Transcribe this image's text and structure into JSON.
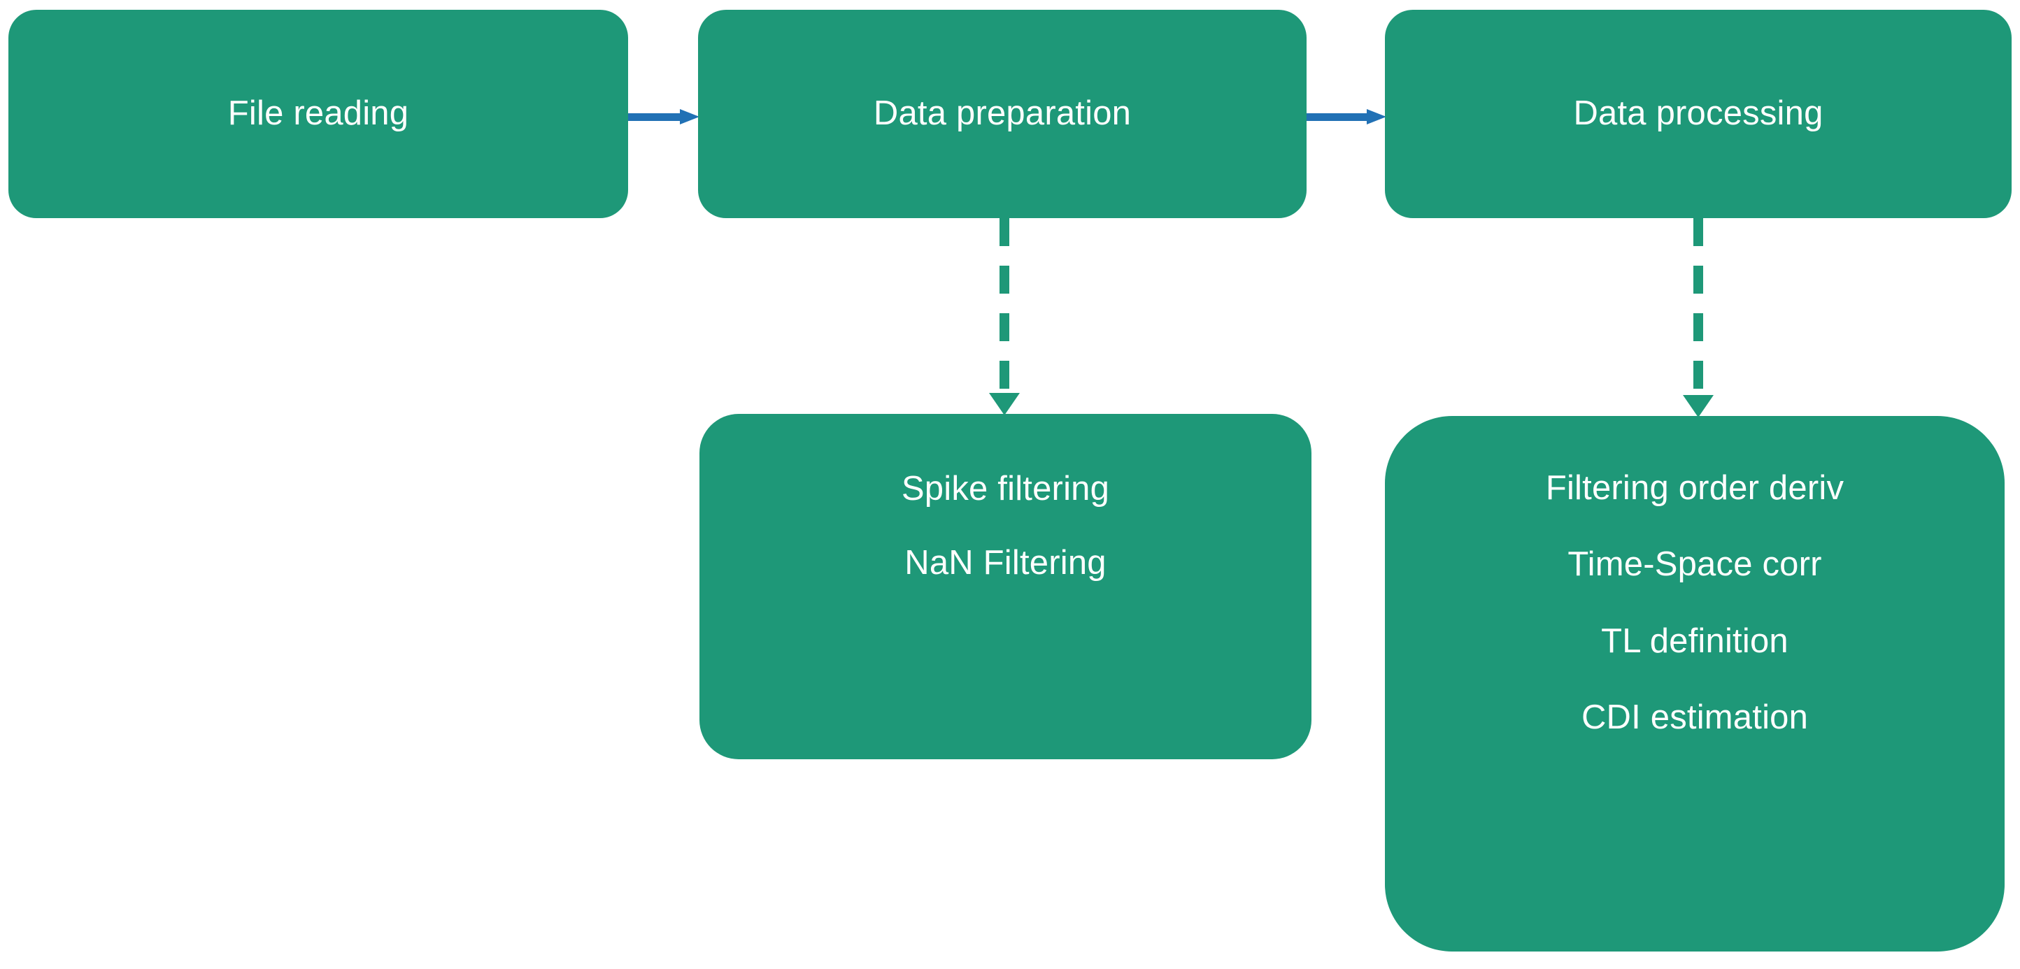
{
  "diagram": {
    "title": "Data processing pipeline flowchart",
    "colors": {
      "node_fill": "#1E9878",
      "node_text": "#FFFFFF",
      "solid_arrow": "#2171B5",
      "dashed_arrow": "#1E9878",
      "background": "#FFFFFF"
    },
    "nodes": [
      {
        "id": "file-reading",
        "labels": [
          "File reading"
        ],
        "row": "top",
        "column": 1
      },
      {
        "id": "data-preparation",
        "labels": [
          "Data preparation"
        ],
        "row": "top",
        "column": 2
      },
      {
        "id": "data-processing",
        "labels": [
          "Data processing"
        ],
        "row": "top",
        "column": 3
      },
      {
        "id": "spike-nan",
        "labels": [
          "Spike filtering",
          "NaN Filtering"
        ],
        "row": "bottom",
        "column": 2
      },
      {
        "id": "processing-steps",
        "labels": [
          "Filtering order deriv",
          "Time-Space corr",
          "TL definition",
          "CDI estimation"
        ],
        "row": "bottom",
        "column": 3
      }
    ],
    "connectors": [
      {
        "id": "file-to-prep",
        "from": "file-reading",
        "to": "data-preparation",
        "style": "solid",
        "direction": "right",
        "color": "#2171B5"
      },
      {
        "id": "prep-to-proc",
        "from": "data-preparation",
        "to": "data-processing",
        "style": "solid",
        "direction": "right",
        "color": "#2171B5"
      },
      {
        "id": "prep-to-spike",
        "from": "data-preparation",
        "to": "spike-nan",
        "style": "dashed",
        "direction": "down",
        "color": "#1E9878"
      },
      {
        "id": "proc-to-steps",
        "from": "data-processing",
        "to": "processing-steps",
        "style": "dashed",
        "direction": "down",
        "color": "#1E9878"
      }
    ]
  }
}
